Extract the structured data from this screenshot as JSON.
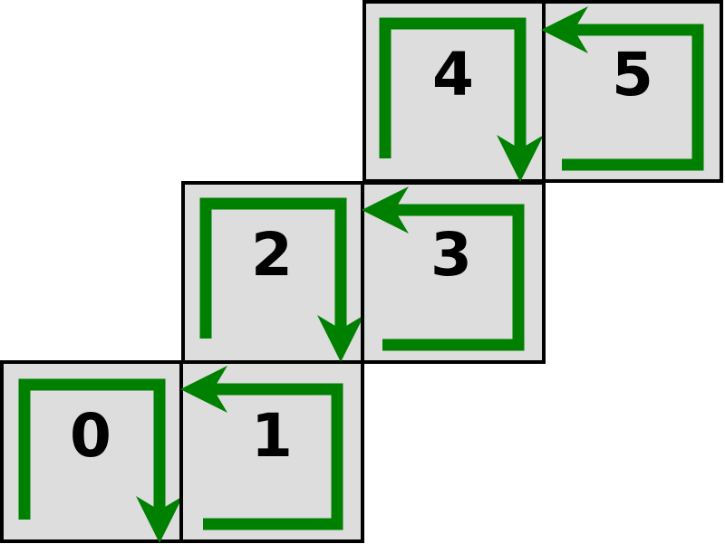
{
  "diagram": {
    "colors": {
      "cell_fill": "#dddddd",
      "cell_border": "#000000",
      "arrow": "#008000",
      "label": "#000000",
      "background": "#ffffff"
    },
    "cells": [
      {
        "label": "0",
        "path": "clockwise-down"
      },
      {
        "label": "1",
        "path": "counterclockwise-left"
      },
      {
        "label": "2",
        "path": "clockwise-down"
      },
      {
        "label": "3",
        "path": "counterclockwise-left"
      },
      {
        "label": "4",
        "path": "clockwise-down"
      },
      {
        "label": "5",
        "path": "counterclockwise-left"
      }
    ]
  }
}
